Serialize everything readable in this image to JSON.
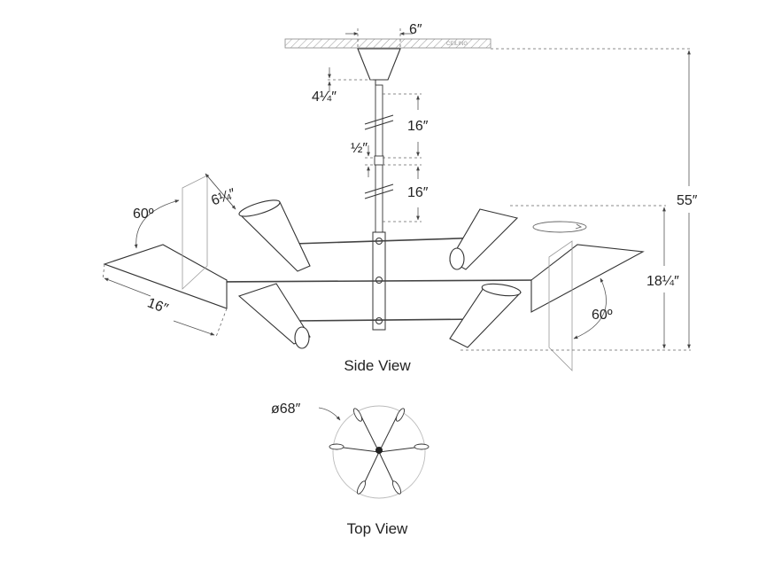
{
  "labels": {
    "ceiling_plate": "6″",
    "canopy": "4¼″",
    "stem_upper": "16″",
    "stem_gap": "½″",
    "stem_lower": "16″",
    "overall_height": "55″",
    "body_height": "18¼″",
    "shade_width": "6¼″",
    "left_angle": "60º",
    "right_angle": "60º",
    "arm_length": "16″",
    "diameter": "ø68″",
    "ceiling_tag": "CEILING"
  },
  "views": {
    "side": "Side View",
    "top": "Top View"
  },
  "colors": {
    "line": "#333333",
    "dimension": "#555555"
  }
}
